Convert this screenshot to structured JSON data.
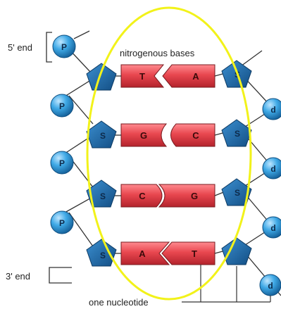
{
  "labels": {
    "five_prime_end": "5' end",
    "three_prime_end": "3' end",
    "nitrogenous_bases": "nitrogenous bases",
    "one_nucleotide": "one nucleotide"
  },
  "phosphate_symbol": "P",
  "sugar_symbol": "S",
  "deoxyribose_symbol": "d",
  "base_pairs": [
    {
      "left": "T",
      "right": "A"
    },
    {
      "left": "G",
      "right": "C"
    },
    {
      "left": "C",
      "right": "G"
    },
    {
      "left": "A",
      "right": "T"
    }
  ],
  "colors": {
    "phosphate": "#3fa9e6",
    "sugar": "#1f6fb2",
    "base": "#e8474f",
    "highlight_ellipse": "#f2f21a"
  }
}
